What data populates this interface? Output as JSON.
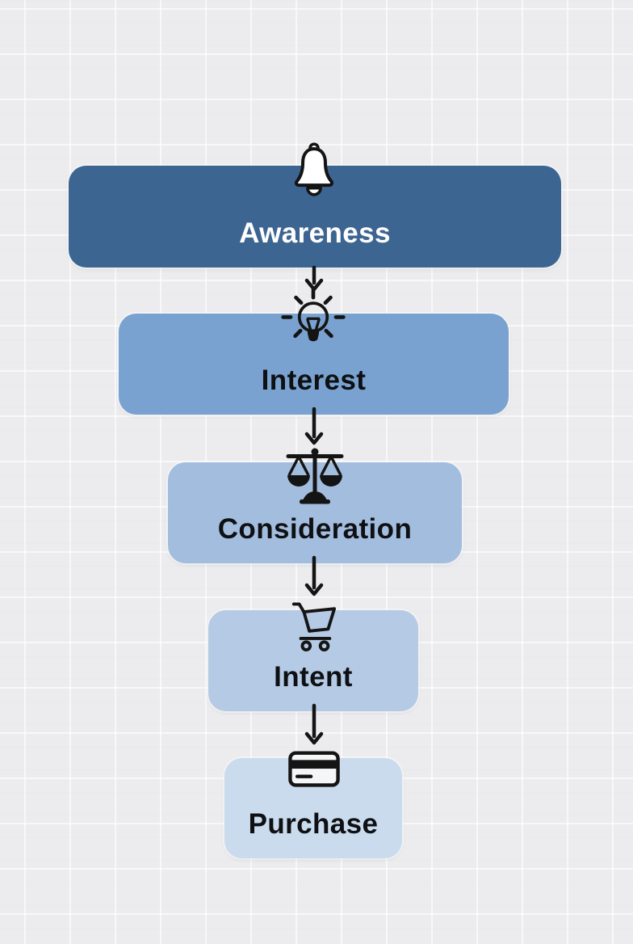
{
  "canvas": {
    "description": "Marketing funnel diagram with five stages on a light grid background",
    "background": "#ececee",
    "grid_line_color": "#f8f8fa",
    "arrow_color": "#141414",
    "icon_color": "#141414"
  },
  "stages": [
    {
      "label": "Awareness",
      "icon": "bell-icon",
      "fill": "#3d6592",
      "text_color": "#ffffff"
    },
    {
      "label": "Interest",
      "icon": "lightbulb-icon",
      "fill": "#7aa2d0",
      "text_color": "#0e1013"
    },
    {
      "label": "Consideration",
      "icon": "scales-icon",
      "fill": "#a3bddf",
      "text_color": "#0e1013"
    },
    {
      "label": "Intent",
      "icon": "shopping-cart-icon",
      "fill": "#b4cae5",
      "text_color": "#0e1013"
    },
    {
      "label": "Purchase",
      "icon": "credit-card-icon",
      "fill": "#c9dbed",
      "text_color": "#0e1013"
    }
  ]
}
